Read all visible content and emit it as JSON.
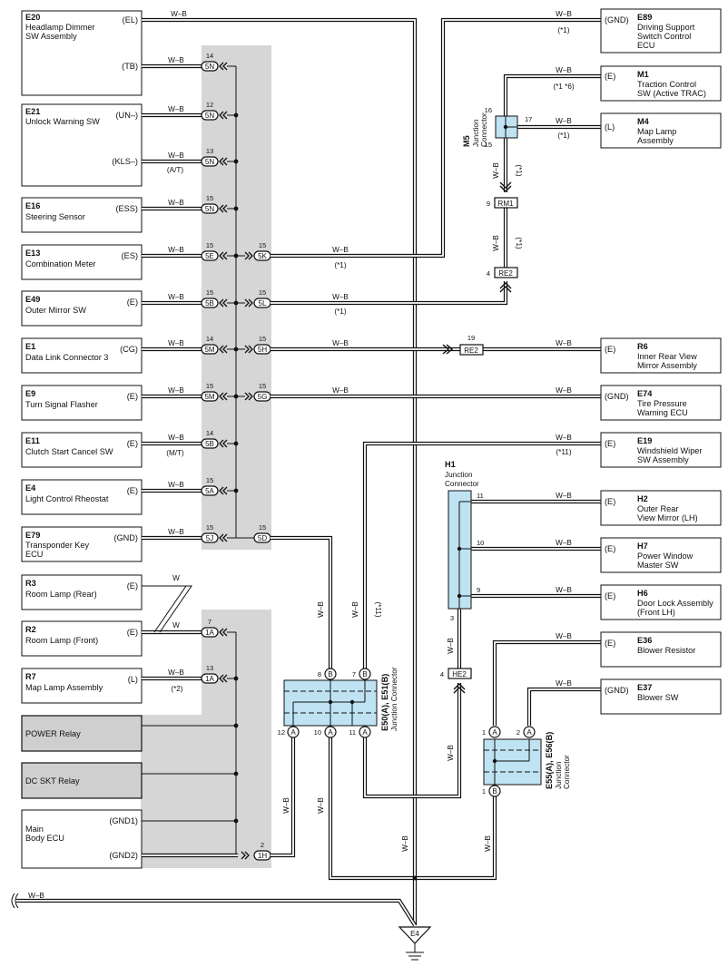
{
  "wire_color": "W–B",
  "wire_color_room": "W",
  "shade_color": "#d6d6d6",
  "junction_color": "#bfe3f2",
  "components": {
    "e20": {
      "code": "E20",
      "name1": "Headlamp Dimmer",
      "name2": "SW Assembly",
      "pin": "(EL)",
      "pin2": "(TB)"
    },
    "e21": {
      "code": "E21",
      "name1": "Unlock Warning SW",
      "pin": "(UN–)",
      "pin2": "(KLS–)",
      "note": "(A/T)"
    },
    "e16": {
      "code": "E16",
      "name1": "Steering Sensor",
      "pin": "(ESS)"
    },
    "e13": {
      "code": "E13",
      "name1": "Combination Meter",
      "pin": "(ES)"
    },
    "e49": {
      "code": "E49",
      "name1": "Outer Mirror SW",
      "pin": "(E)"
    },
    "e1": {
      "code": "E1",
      "name1": "Data Link Connector 3",
      "pin": "(CG)"
    },
    "e9": {
      "code": "E9",
      "name1": "Turn Signal Flasher",
      "pin": "(E)"
    },
    "e11": {
      "code": "E11",
      "name1": "Clutch Start Cancel SW",
      "pin": "(E)",
      "note": "(M/T)"
    },
    "e4": {
      "code": "E4",
      "name1": "Light Control Rheostat",
      "pin": "(E)"
    },
    "e79": {
      "code": "E79",
      "name1": "Transponder Key",
      "name2": "ECU",
      "pin": "(GND)"
    },
    "r3": {
      "code": "R3",
      "name1": "Room Lamp (Rear)",
      "pin": "(E)"
    },
    "r2": {
      "code": "R2",
      "name1": "Room Lamp (Front)",
      "pin": "(E)"
    },
    "r7": {
      "code": "R7",
      "name1": "Map Lamp Assembly",
      "pin": "(L)",
      "note": "(*2)"
    },
    "power_relay": {
      "name1": "POWER Relay"
    },
    "dc_skt_relay": {
      "name1": "DC SKT Relay"
    },
    "main_body_ecu": {
      "name1": "Main",
      "name2": "Body ECU",
      "pin": "(GND1)",
      "pin2": "(GND2)"
    },
    "e89": {
      "code": "E89",
      "name1": "Driving Support",
      "name2": "Switch Control",
      "name3": "ECU",
      "pin": "(GND)",
      "note": "(*1)"
    },
    "m1": {
      "code": "M1",
      "name1": "Traction Control",
      "name2": "SW (Active TRAC)",
      "pin": "(E)",
      "note": "(*1 *6)"
    },
    "m4": {
      "code": "M4",
      "name1": "Map Lamp",
      "name2": "Assembly",
      "pin": "(L)",
      "note": "(*1)"
    },
    "r6": {
      "code": "R6",
      "name1": "Inner Rear View",
      "name2": "Mirror Assembly",
      "pin": "(E)"
    },
    "e74": {
      "code": "E74",
      "name1": "Tire Pressure",
      "name2": "Warning ECU",
      "pin": "(GND)"
    },
    "e19": {
      "code": "E19",
      "name1": "Windshield Wiper",
      "name2": "SW Assembly",
      "pin": "(E)",
      "note": "(*11)"
    },
    "h2": {
      "code": "H2",
      "name1": "Outer Rear",
      "name2": "View Mirror (LH)",
      "pin": "(E)"
    },
    "h7": {
      "code": "H7",
      "name1": "Power Window",
      "name2": "Master SW",
      "pin": "(E)"
    },
    "h6": {
      "code": "H6",
      "name1": "Door Lock Assembly",
      "name2": "(Front LH)",
      "pin": "(E)"
    },
    "e36": {
      "code": "E36",
      "name1": "Blower Resistor",
      "pin": "(E)"
    },
    "e37": {
      "code": "E37",
      "name1": "Blower SW",
      "pin": "(GND)"
    }
  },
  "junctions": {
    "m5": {
      "code": "M5",
      "name1": "Junction",
      "name2": "Connector",
      "pin_a": "16",
      "pin_b": "17",
      "pin_c": "15"
    },
    "h1": {
      "code": "H1",
      "name1": "Junction",
      "name2": "Connector",
      "pin_a": "11",
      "pin_b": "10",
      "pin_c": "9",
      "pin_d": "3"
    },
    "e50": {
      "code": "E50(A), E51(B)",
      "name1": "Junction Connector",
      "pin_a": "8",
      "pin_b": "7",
      "pin_c": "12",
      "pin_d": "10",
      "pin_e": "11",
      "letter_a": "A",
      "letter_b": "B"
    },
    "e55": {
      "code": "E55(A), E56(B)",
      "name1": "Junction",
      "name2": "Connector",
      "pin_a": "1",
      "pin_b": "2",
      "pin_c": "1"
    }
  },
  "connectors": {
    "c5n": "5N",
    "c5e": "5E",
    "c5k": "5K",
    "c5b": "5B",
    "c5l": "5L",
    "c5m": "5M",
    "c5h": "5H",
    "c5g": "5G",
    "c5a": "5A",
    "c5j": "5J",
    "c5d": "5D",
    "c1a": "1A",
    "c1h": "1H",
    "rm1": "RM1",
    "re2": "RE2",
    "he2": "HE2"
  },
  "pins": {
    "p14": "14",
    "p12": "12",
    "p13": "13",
    "p15": "15",
    "p7": "7",
    "p2": "2",
    "p9": "9",
    "p4": "4",
    "p19": "19",
    "p3": "3"
  },
  "notes": {
    "n1": "(*1)",
    "n11": "(*11)"
  },
  "ground": {
    "code": "E4"
  }
}
